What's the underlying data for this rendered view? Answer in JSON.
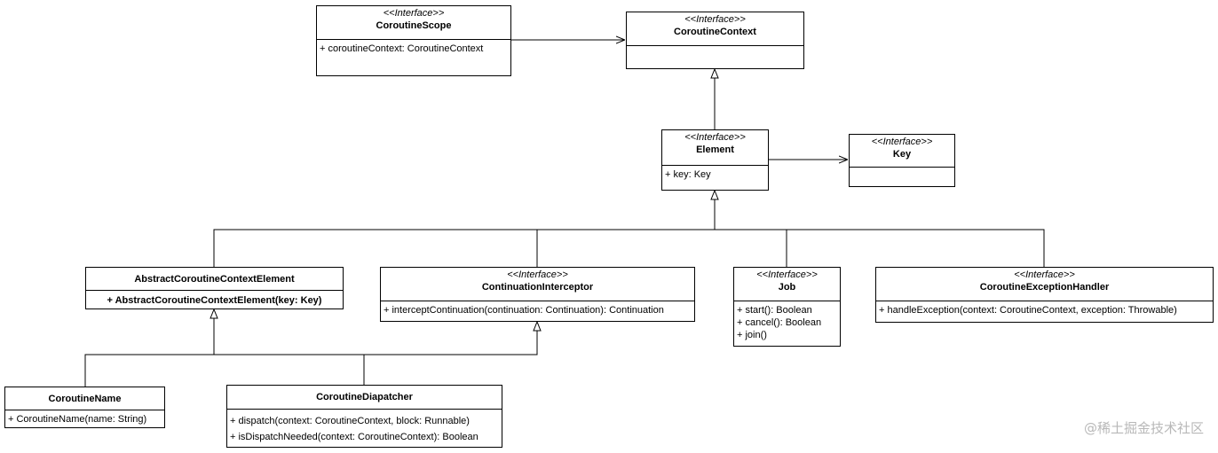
{
  "classes": {
    "coroutine_scope": {
      "stereotype": "<<Interface>>",
      "name": "CoroutineScope",
      "members": [
        "+ coroutineContext: CoroutineContext"
      ]
    },
    "coroutine_context": {
      "stereotype": "<<Interface>>",
      "name": "CoroutineContext",
      "members": []
    },
    "element": {
      "stereotype": "<<Interface>>",
      "name": "Element",
      "members": [
        "+ key: Key"
      ]
    },
    "key": {
      "stereotype": "<<Interface>>",
      "name": "Key",
      "members": []
    },
    "abstract_element": {
      "name": "AbstractCoroutineContextElement",
      "members": [
        "+ AbstractCoroutineContextElement(key: Key)"
      ]
    },
    "continuation_interceptor": {
      "stereotype": "<<Interface>>",
      "name": "ContinuationInterceptor",
      "members": [
        "+ interceptContinuation(continuation: Continuation): Continuation"
      ]
    },
    "job": {
      "stereotype": "<<Interface>>",
      "name": "Job",
      "members": [
        "+ start(): Boolean",
        "+ cancel(): Boolean",
        "+ join()"
      ]
    },
    "exception_handler": {
      "stereotype": "<<Interface>>",
      "name": "CoroutineExceptionHandler",
      "members": [
        "+ handleException(context: CoroutineContext, exception: Throwable)"
      ]
    },
    "coroutine_name": {
      "name": "CoroutineName",
      "members": [
        "+ CoroutineName(name: String)"
      ]
    },
    "coroutine_dispatcher": {
      "name": "CoroutineDiapatcher",
      "members": [
        "+ dispatch(context: CoroutineContext, block: Runnable)",
        "+ isDispatchNeeded(context: CoroutineContext): Boolean"
      ]
    }
  },
  "watermark": "@稀土掘金技术社区",
  "colors": {
    "line": "#000000",
    "background": "#ffffff",
    "watermark": "#b8b8b8"
  }
}
